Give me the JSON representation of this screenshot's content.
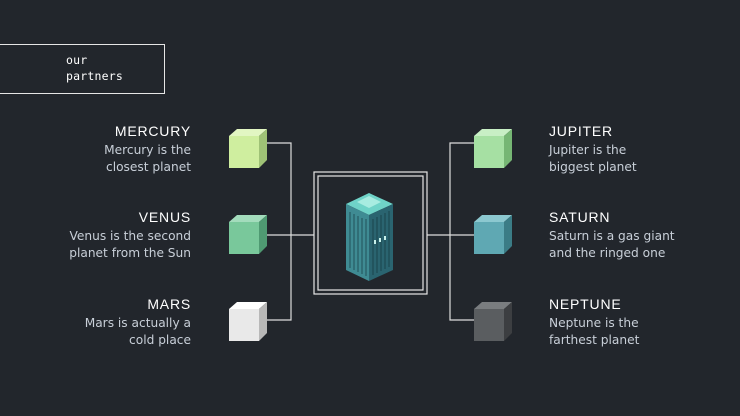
{
  "title": {
    "line1": "our",
    "line2": "partners"
  },
  "planets": {
    "mercury": {
      "name": "MERCURY",
      "line1": "Mercury is the",
      "line2": "closest planet",
      "color": "#cfee9f"
    },
    "venus": {
      "name": "VENUS",
      "line1": "Venus is the second",
      "line2": "planet from the Sun",
      "color": "#79c89b"
    },
    "mars": {
      "name": "MARS",
      "line1": "Mars is actually a",
      "line2": "cold place",
      "color": "#e9e9e9"
    },
    "jupiter": {
      "name": "JUPITER",
      "line1": "Jupiter is  the",
      "line2": "biggest planet",
      "color": "#a6e0a3"
    },
    "saturn": {
      "name": "SATURN",
      "line1": "Saturn is a gas giant",
      "line2": "and the ringed one",
      "color": "#5fa8b3"
    },
    "neptune": {
      "name": "NEPTUNE",
      "line1": "Neptune is the",
      "line2": "farthest planet",
      "color": "#5a5d60"
    }
  },
  "center": {
    "icon": "office-building-icon",
    "color": "#3f8b93"
  },
  "colors": {
    "background": "#22262c",
    "line": "#dddddd"
  }
}
